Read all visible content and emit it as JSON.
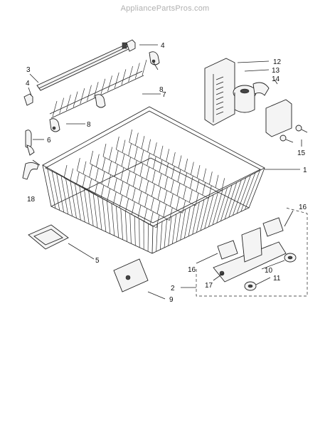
{
  "watermark": "AppliancePartsPros.com",
  "callouts": {
    "c1": "1",
    "c2": "2",
    "c3": "3",
    "c4a": "4",
    "c4b": "4",
    "c5": "5",
    "c6": "6",
    "c7": "7",
    "c8a": "8",
    "c8b": "8",
    "c9": "9",
    "c10": "10",
    "c11": "11",
    "c12": "12",
    "c13": "13",
    "c14": "14",
    "c15": "15",
    "c16a": "16",
    "c16b": "16",
    "c17": "17",
    "c18": "18"
  }
}
